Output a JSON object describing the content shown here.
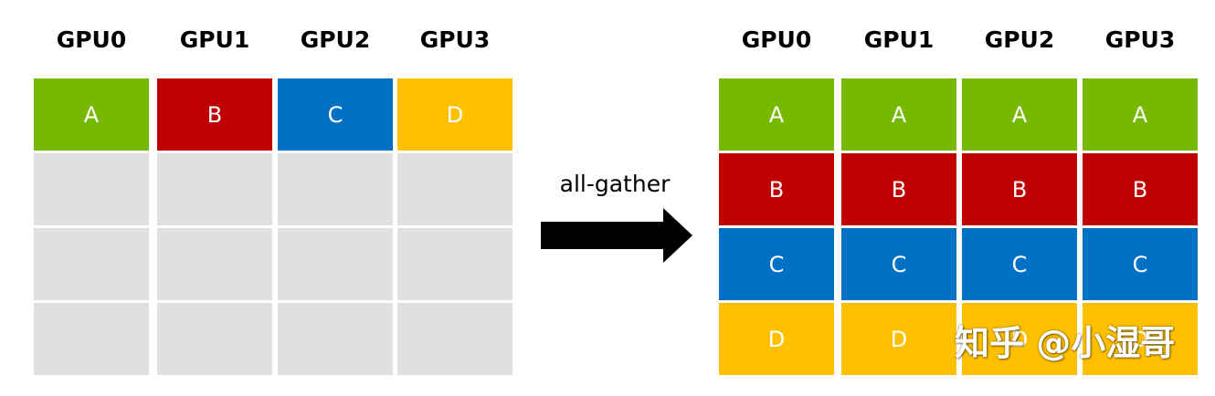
{
  "colors": {
    "A": "#76b900",
    "B": "#bf0000",
    "C": "#0071c5",
    "D": "#ffc000",
    "empty": "#e0e0e0"
  },
  "left": {
    "headers": [
      "GPU0",
      "GPU1",
      "GPU2",
      "GPU3"
    ],
    "rows": [
      [
        "A",
        "B",
        "C",
        "D"
      ],
      [
        "",
        "",
        "",
        ""
      ],
      [
        "",
        "",
        "",
        ""
      ],
      [
        "",
        "",
        "",
        ""
      ]
    ]
  },
  "operation": {
    "label": "all-gather",
    "arrow_icon": "right-arrow-icon"
  },
  "right": {
    "headers": [
      "GPU0",
      "GPU1",
      "GPU2",
      "GPU3"
    ],
    "rows": [
      [
        "A",
        "A",
        "A",
        "A"
      ],
      [
        "B",
        "B",
        "B",
        "B"
      ],
      [
        "C",
        "C",
        "C",
        "C"
      ],
      [
        "D",
        "D",
        "D",
        "D"
      ]
    ]
  },
  "watermark": "知乎 @小湿哥"
}
